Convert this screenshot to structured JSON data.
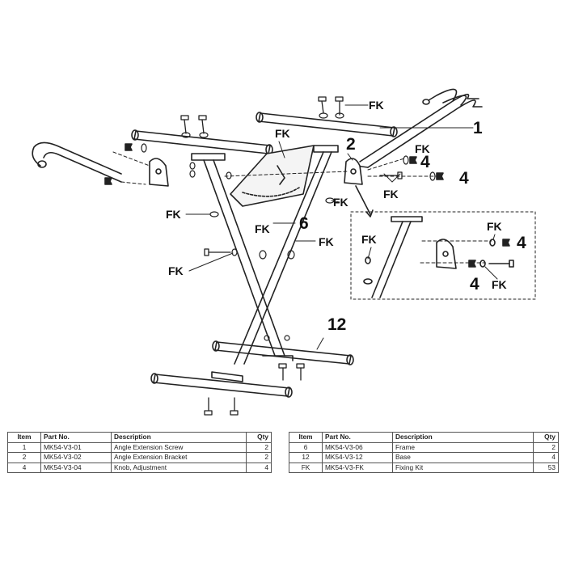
{
  "callouts": {
    "c1": "1",
    "c2": "2",
    "c4a": "4",
    "c4b": "4",
    "c4c": "4",
    "c4d": "4",
    "c6": "6",
    "c12": "12",
    "fk": "FK"
  },
  "table": {
    "headers": {
      "item": "Item",
      "part_no": "Part No.",
      "description": "Description",
      "qty": "Qty"
    },
    "left_rows": [
      {
        "item": "1",
        "part_no": "MK54-V3-01",
        "description": "Angle Extension Screw",
        "qty": "2"
      },
      {
        "item": "2",
        "part_no": "MK54-V3-02",
        "description": "Angle Extension Bracket",
        "qty": "2"
      },
      {
        "item": "4",
        "part_no": "MK54-V3-04",
        "description": "Knob, Adjustment",
        "qty": "4"
      }
    ],
    "right_rows": [
      {
        "item": "6",
        "part_no": "MK54-V3-06",
        "description": "Frame",
        "qty": "2"
      },
      {
        "item": "12",
        "part_no": "MK54-V3-12",
        "description": "Base",
        "qty": "4"
      },
      {
        "item": "FK",
        "part_no": "MK54-V3-FK",
        "description": "Fixing Kit",
        "qty": "53"
      }
    ]
  }
}
